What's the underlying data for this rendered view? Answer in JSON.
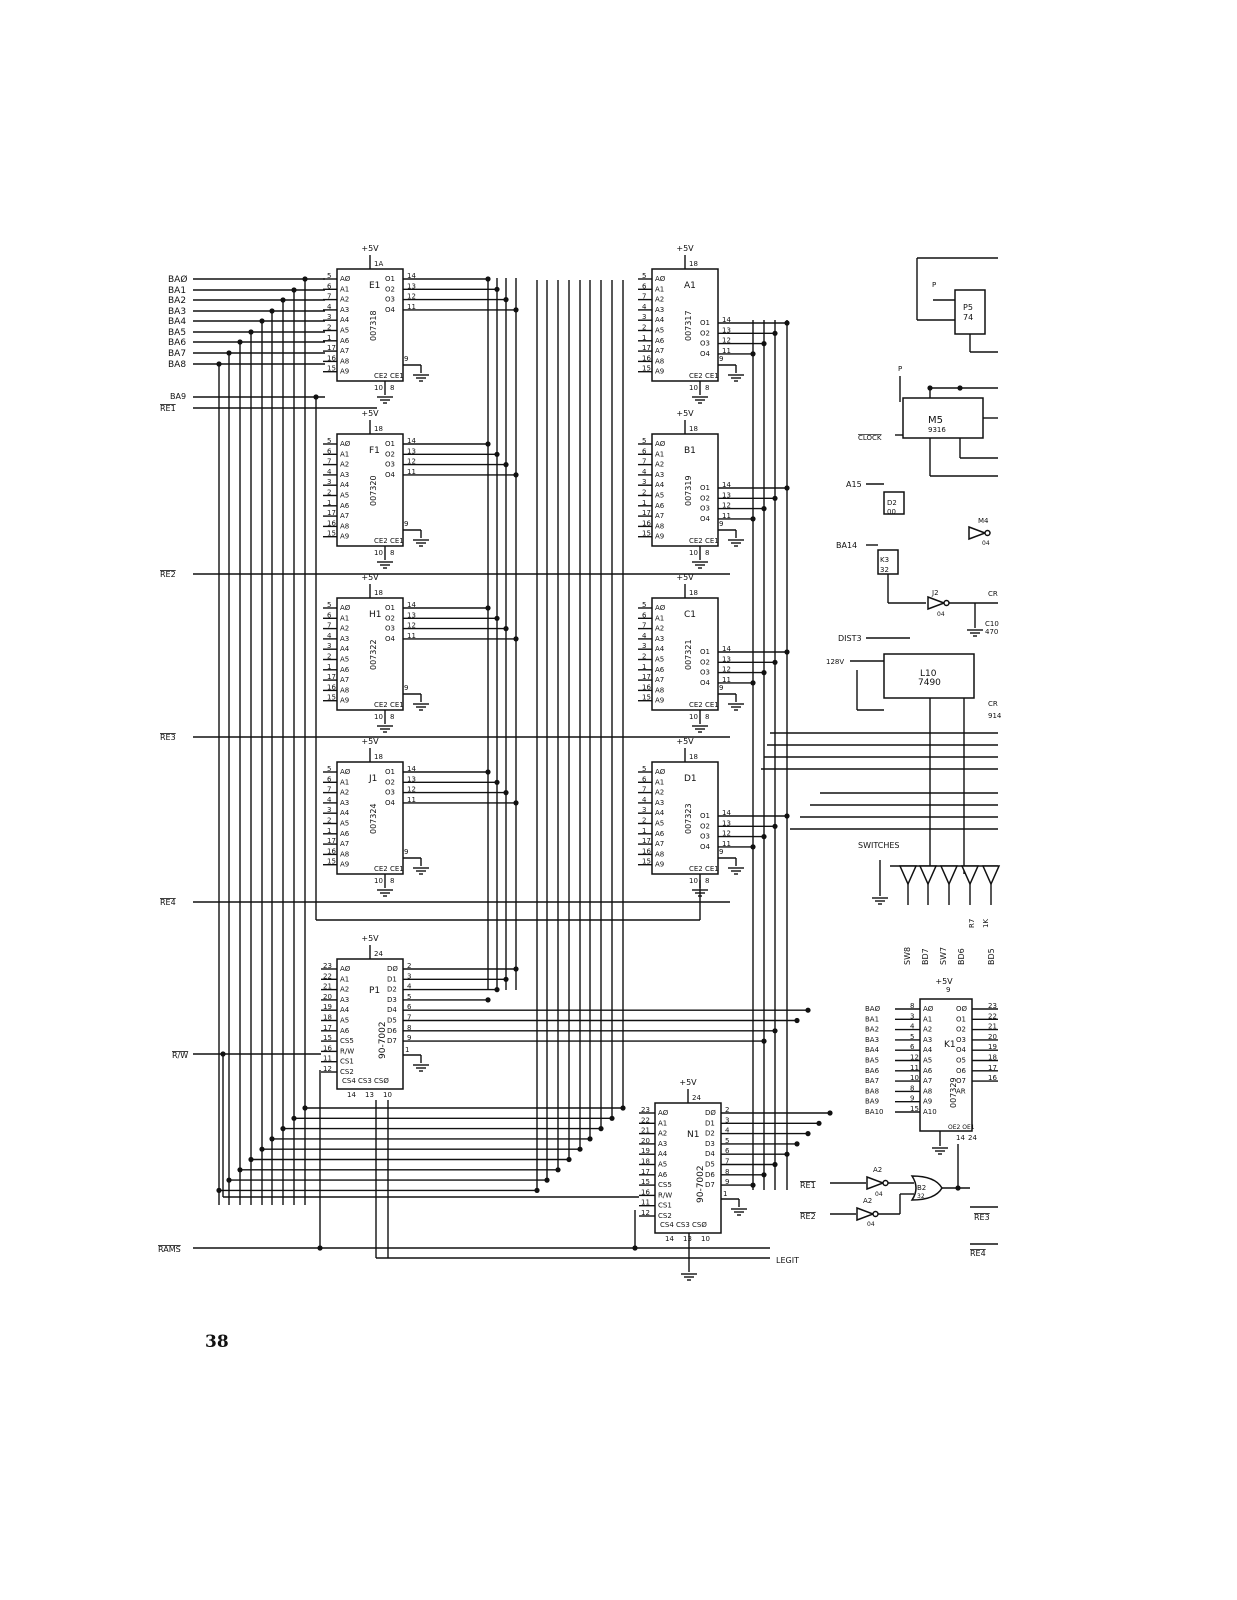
{
  "page": {
    "number": "38"
  },
  "power": "+5V",
  "address_labels": [
    "BAØ",
    "BA1",
    "BA2",
    "BA3",
    "BA4",
    "BA5",
    "BA6",
    "BA7",
    "BA8"
  ],
  "signals": {
    "ba9": "BA9",
    "re1": "RE1",
    "re2": "RE2",
    "re3": "RE3",
    "re4": "RE4",
    "rw": "R/W",
    "rams": "RAMS",
    "legit": "LEGIT",
    "clock": "CLOCK",
    "a15": "A15",
    "ba14": "BA14",
    "dist3": "DIST3",
    "v128": "128V",
    "switches": "SWITCHES",
    "p": "P",
    "cr": "CR"
  },
  "bottom_labels": [
    "SW8",
    "BD7",
    "SW7",
    "BD6",
    "BD5"
  ],
  "rom_chips": [
    {
      "ref": "E1",
      "part": "007318",
      "vcc_pin": "1A"
    },
    {
      "ref": "F1",
      "part": "007320",
      "vcc_pin": "18"
    },
    {
      "ref": "H1",
      "part": "007322",
      "vcc_pin": "18"
    },
    {
      "ref": "J1",
      "part": "007324",
      "vcc_pin": "18"
    },
    {
      "ref": "A1",
      "part": "007317",
      "vcc_pin": "18"
    },
    {
      "ref": "B1",
      "part": "007319",
      "vcc_pin": "18"
    },
    {
      "ref": "C1",
      "part": "007321",
      "vcc_pin": "18"
    },
    {
      "ref": "D1",
      "part": "007323",
      "vcc_pin": "18"
    }
  ],
  "rom_pins": {
    "addr_names": [
      "AØ",
      "A1",
      "A2",
      "A3",
      "A4",
      "A5",
      "A6",
      "A7",
      "A8",
      "A9"
    ],
    "addr_nums": [
      "5",
      "6",
      "7",
      "4",
      "3",
      "2",
      "1",
      "17",
      "16",
      "15"
    ],
    "out_names": [
      "O1",
      "O2",
      "O3",
      "O4"
    ],
    "out_nums": [
      "14",
      "13",
      "12",
      "11"
    ],
    "gnd": "9",
    "ce": [
      "CE2",
      "CE1"
    ],
    "ce_nums": [
      "10",
      "8"
    ]
  },
  "ram_chips": [
    {
      "ref": "P1",
      "part": "90-7002"
    },
    {
      "ref": "N1",
      "part": "90-7002"
    }
  ],
  "ram_pins": {
    "addr_names": [
      "AØ",
      "A1",
      "A2",
      "A3",
      "A4",
      "A5",
      "A6",
      "CS5",
      "R/W",
      "CS1",
      "CS2"
    ],
    "addr_nums": [
      "23",
      "22",
      "21",
      "20",
      "19",
      "18",
      "17",
      "15",
      "16",
      "11",
      "12"
    ],
    "data_names": [
      "DØ",
      "D1",
      "D2",
      "D3",
      "D4",
      "D5",
      "D6",
      "D7"
    ],
    "data_nums": [
      "2",
      "3",
      "4",
      "5",
      "6",
      "7",
      "8",
      "9"
    ],
    "gnd": "1",
    "vcc_pin": "24",
    "bottom": "CS4 CS3 CSØ",
    "bottom_nums": [
      "14",
      "13",
      "10"
    ]
  },
  "k1": {
    "ref": "K1",
    "part": "007329",
    "vcc_pin": "9",
    "inputs": [
      "BAØ",
      "BA1",
      "BA2",
      "BA3",
      "BA4",
      "BA5",
      "BA6",
      "BA7",
      "BA8",
      "BA9",
      "BA10"
    ],
    "in_nums": [
      "8",
      "3",
      "4",
      "5",
      "6",
      "12",
      "11",
      "10",
      "8",
      "9",
      "15"
    ],
    "pins": [
      "AØ",
      "A1",
      "A2",
      "A3",
      "A4",
      "A5",
      "A6",
      "A7",
      "A8",
      "A9",
      "A10"
    ],
    "out_pins": [
      "OØ",
      "O1",
      "O2",
      "O3",
      "O4",
      "O5",
      "O6",
      "O7",
      "AR"
    ],
    "out_nums": [
      "23",
      "22",
      "21",
      "20",
      "19",
      "18",
      "17",
      "16"
    ],
    "oe": "OE2 OE1",
    "oe_nums": [
      "14",
      "24"
    ]
  },
  "logic_parts": {
    "m5": {
      "ref": "M5",
      "part": "9316"
    },
    "l10": {
      "ref": "L10",
      "part": "7490"
    },
    "p5": {
      "ref": "P5",
      "part": "74"
    },
    "d2": {
      "ref": "D2",
      "part": "00"
    },
    "k3": {
      "ref": "K3",
      "part": "32"
    },
    "j2": {
      "ref": "J2",
      "part": "04"
    },
    "m4": {
      "ref": "M4",
      "part": "04"
    },
    "a2": {
      "ref": "A2",
      "part": "04"
    },
    "b2": {
      "ref": "B2",
      "part": "32"
    },
    "c10": {
      "ref": "C10",
      "value": "470"
    },
    "r7": {
      "ref": "R7",
      "value": "1K"
    },
    "cr_diode": "914"
  }
}
